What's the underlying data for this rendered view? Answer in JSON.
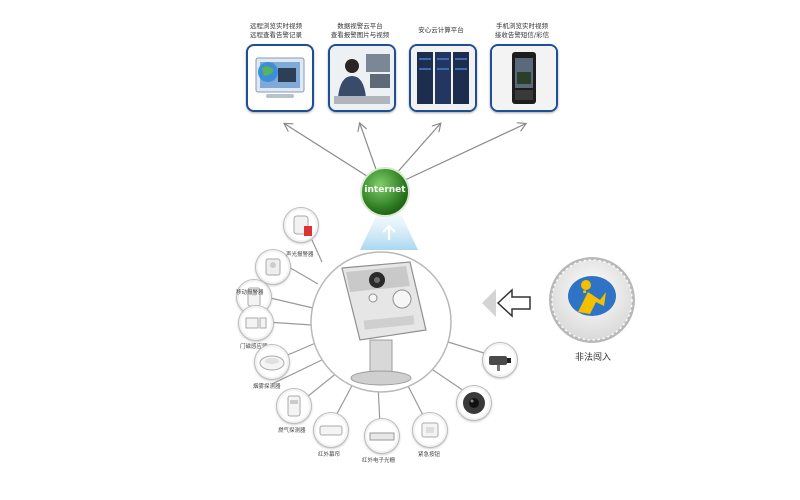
{
  "top_items": [
    {
      "id": "remote-pc",
      "lines": [
        "远程浏览实时视频",
        "远程查看告警记录"
      ]
    },
    {
      "id": "monitor-center",
      "lines": [
        "数据视警云平台",
        "查看报警图片与视频"
      ]
    },
    {
      "id": "cloud-platform",
      "lines": [
        "安心云计算平台"
      ]
    },
    {
      "id": "mobile",
      "lines": [
        "手机浏览实时视频",
        "接收告警短信/彩信"
      ]
    }
  ],
  "hub": {
    "label": "internet"
  },
  "intrusion": {
    "label": "非法闯入"
  },
  "devices": [
    {
      "id": "smoke-siren",
      "label": ""
    },
    {
      "id": "sound-light-alarm",
      "label": "声光报警器"
    },
    {
      "id": "pir",
      "label": "移动报警器"
    },
    {
      "id": "door-sensor",
      "label": "门磁感应器"
    },
    {
      "id": "smoke-detector",
      "label": "烟雾探测器"
    },
    {
      "id": "gas-detector",
      "label": "燃气探测器"
    },
    {
      "id": "ir-curtain",
      "label": "红外幕帘"
    },
    {
      "id": "ir-beam",
      "label": "红外电子光栅"
    },
    {
      "id": "emergency-button",
      "label": "紧急按钮"
    },
    {
      "id": "dome-camera",
      "label": ""
    },
    {
      "id": "bullet-camera",
      "label": ""
    }
  ],
  "colors": {
    "frame": "#1f4f93",
    "hub_green": "#3c8c2c",
    "spoke": "#9a9a9a"
  }
}
